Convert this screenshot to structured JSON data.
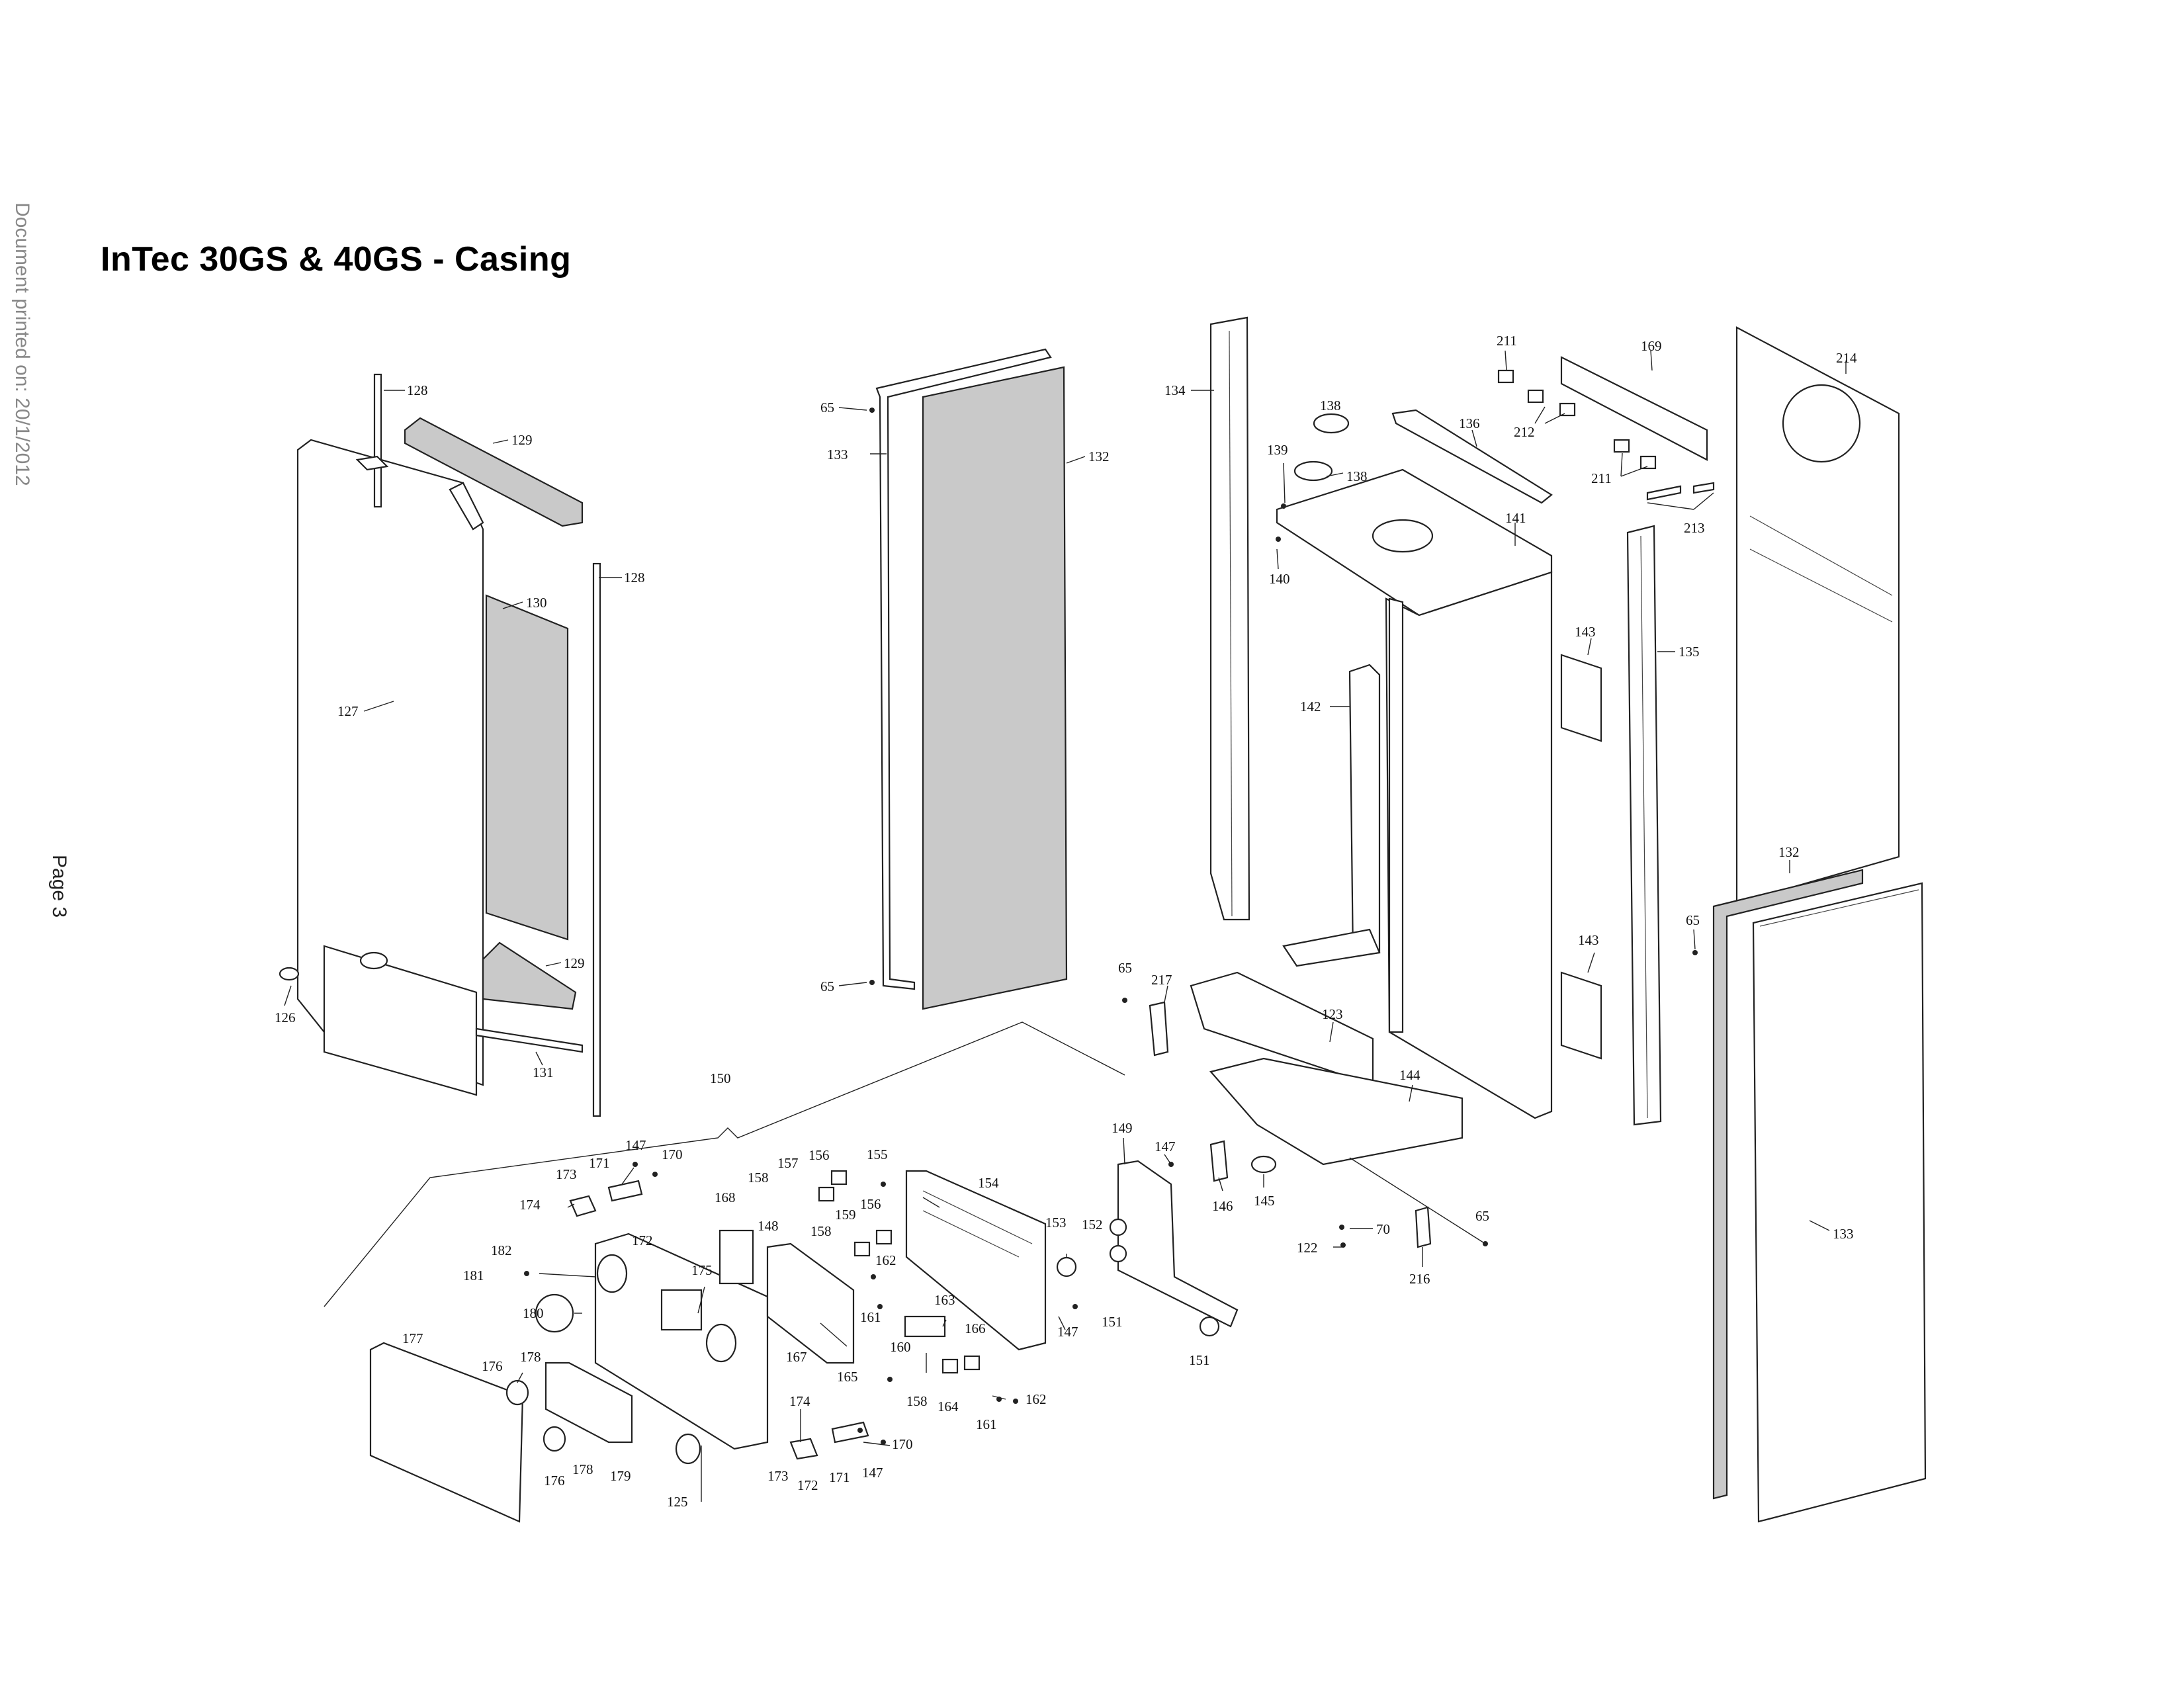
{
  "title": "InTec 30GS & 40GS - Casing",
  "side_label": "Document printed on: 20/1/2012",
  "page_label": "Page 3",
  "callouts": {
    "c128a": "128",
    "c129a": "129",
    "c130": "130",
    "c128b": "128",
    "c127": "127",
    "c129b": "129",
    "c126": "126",
    "c131": "131",
    "c65a": "65",
    "c133a": "133",
    "c132a": "132",
    "c65b": "65",
    "c134": "134",
    "c138a": "138",
    "c139": "139",
    "c138b": "138",
    "c140": "140",
    "c136": "136",
    "c141": "141",
    "c142": "142",
    "c143a": "143",
    "c143b": "143",
    "c135": "135",
    "c211a": "211",
    "c169": "169",
    "c212": "212",
    "c211b": "211",
    "c213": "213",
    "c214": "214",
    "c132b": "132",
    "c65c": "65",
    "c133b": "133",
    "c150": "150",
    "c65d": "65",
    "c217": "217",
    "c123": "123",
    "c144": "144",
    "c149": "149",
    "c147a": "147",
    "c146": "146",
    "c145": "145",
    "c70": "70",
    "c122": "122",
    "c216": "216",
    "c65e": "65",
    "c173a": "173",
    "c171a": "171",
    "c147b": "147",
    "c170a": "170",
    "c174a": "174",
    "c172a": "172",
    "c182": "182",
    "c181": "181",
    "c180": "180",
    "c177": "177",
    "c176a": "176",
    "c178a": "178",
    "c176b": "176",
    "c178b": "178",
    "c179": "179",
    "c125": "125",
    "c175": "175",
    "c168": "168",
    "c158a": "158",
    "c157": "157",
    "c156a": "156",
    "c155": "155",
    "c154": "154",
    "c148": "148",
    "c159": "159",
    "c158b": "158",
    "c156b": "156",
    "c162a": "162",
    "c161a": "161",
    "c167": "167",
    "c163": "163",
    "c153": "153",
    "c152": "152",
    "c151a": "151",
    "c151b": "151",
    "c147c": "147",
    "c166": "166",
    "c160": "160",
    "c165": "165",
    "c158c": "158",
    "c164": "164",
    "c161b": "161",
    "c162b": "162",
    "c174b": "174",
    "c170b": "170",
    "c173b": "173",
    "c172b": "172",
    "c171b": "171",
    "c147d": "147"
  },
  "colors": {
    "panel_fill": "#c9c9c9",
    "line": "#222222",
    "background": "#ffffff"
  }
}
